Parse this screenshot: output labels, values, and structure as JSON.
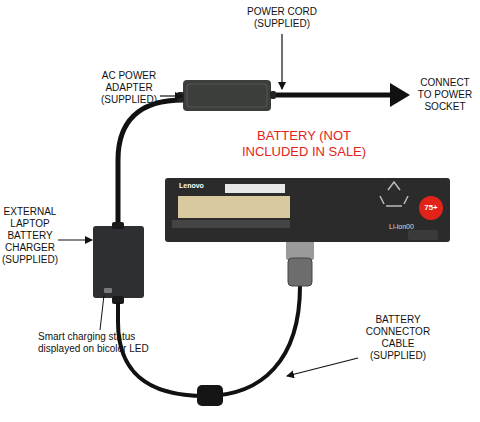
{
  "diagram": {
    "nodes": [
      {
        "text": [
          "Lenovo",
          "Li-ion00"
        ]
      },
      {
        "text": [
          "75+"
        ],
        "in": 0
      }
    ],
    "labels": [
      "POWER CORD (SUPPLIED)",
      "AC POWER ADAPTER (SUPPLIED)",
      "CONNECT TO POWER SOCKET",
      "BATTERY (NOT INCLUDED IN SALE)",
      "EXTERNAL LAPTOP BATTERY CHARGER (SUPPLIED)",
      "Smart charging status displayed on bicolor LED",
      "BATTERY CONNECTOR CABLE (SUPPLIED)"
    ]
  }
}
